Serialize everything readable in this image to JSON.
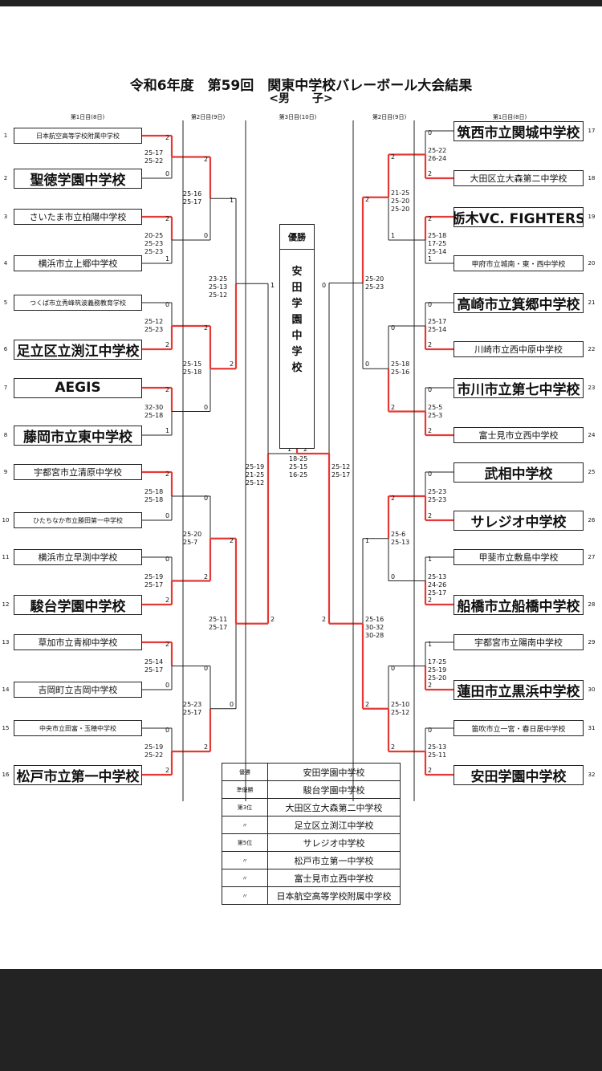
{
  "title": "令和6年度　第59回　関東中学校バレーボール大会結果",
  "subtitle": "<男　　子>",
  "day_headers": {
    "d1_left": "第1日目(8日)",
    "d2_left": "第2日目(9日)",
    "d3": "第3日目(10日)",
    "d2_right": "第2日目(9日)",
    "d1_right": "第1日目(8日)"
  },
  "left_teams": [
    {
      "num": "1",
      "name": "日本航空高等学校附属中学校"
    },
    {
      "num": "2",
      "name": "聖徳学園中学校"
    },
    {
      "num": "3",
      "name": "さいたま市立柏陽中学校"
    },
    {
      "num": "4",
      "name": "横浜市立上郷中学校"
    },
    {
      "num": "5",
      "name": "つくば市立秀峰筑波義務教育学校"
    },
    {
      "num": "6",
      "name": "足立区立渕江中学校"
    },
    {
      "num": "7",
      "name": "AEGIS"
    },
    {
      "num": "8",
      "name": "藤岡市立東中学校"
    },
    {
      "num": "9",
      "name": "宇都宮市立清原中学校"
    },
    {
      "num": "10",
      "name": "ひたちなか市立勝田第一中学校"
    },
    {
      "num": "11",
      "name": "横浜市立早渕中学校"
    },
    {
      "num": "12",
      "name": "駿台学園中学校"
    },
    {
      "num": "13",
      "name": "草加市立青柳中学校"
    },
    {
      "num": "14",
      "name": "吉岡町立吉岡中学校"
    },
    {
      "num": "15",
      "name": "中央市立田富・玉穂中学校"
    },
    {
      "num": "16",
      "name": "松戸市立第一中学校"
    }
  ],
  "right_teams": [
    {
      "num": "17",
      "name": "筑西市立関城中学校"
    },
    {
      "num": "18",
      "name": "大田区立大森第二中学校"
    },
    {
      "num": "19",
      "name": "栃木VC. FIGHTERS"
    },
    {
      "num": "20",
      "name": "甲府市立城南・東・西中学校"
    },
    {
      "num": "21",
      "name": "高崎市立箕郷中学校"
    },
    {
      "num": "22",
      "name": "川崎市立西中原中学校"
    },
    {
      "num": "23",
      "name": "市川市立第七中学校"
    },
    {
      "num": "24",
      "name": "富士見市立西中学校"
    },
    {
      "num": "25",
      "name": "武相中学校"
    },
    {
      "num": "26",
      "name": "サレジオ中学校"
    },
    {
      "num": "27",
      "name": "甲斐市立敷島中学校"
    },
    {
      "num": "28",
      "name": "船橋市立船橋中学校"
    },
    {
      "num": "29",
      "name": "宇都宮市立陽南中学校"
    },
    {
      "num": "30",
      "name": "蓮田市立黒浜中学校"
    },
    {
      "num": "31",
      "name": "笛吹市立一宮・春日居中学校"
    },
    {
      "num": "32",
      "name": "安田学園中学校"
    }
  ],
  "left_r1": [
    {
      "a": "2",
      "b": "0",
      "scores": "25-17\n25-22"
    },
    {
      "a": "2",
      "b": "1",
      "scores": "20-25\n25-23\n25-23"
    },
    {
      "a": "0",
      "b": "2",
      "scores": "25-12\n25-23"
    },
    {
      "a": "2",
      "b": "1",
      "scores": "32-30\n25-18"
    },
    {
      "a": "2",
      "b": "0",
      "scores": "25-18\n25-18"
    },
    {
      "a": "0",
      "b": "2",
      "scores": "25-19\n25-17"
    },
    {
      "a": "2",
      "b": "0",
      "scores": "25-14\n25-17"
    },
    {
      "a": "0",
      "b": "2",
      "scores": "25-19\n25-22"
    }
  ],
  "left_r2": [
    {
      "a": "2",
      "b": "0",
      "scores": "25-16\n25-17"
    },
    {
      "a": "2",
      "b": "0",
      "scores": "25-15\n25-18"
    },
    {
      "a": "0",
      "b": "2",
      "scores": "25-20\n25-7"
    },
    {
      "a": "0",
      "b": "2",
      "scores": "25-23\n25-17"
    }
  ],
  "left_r3": [
    {
      "a": "1",
      "b": "2",
      "scores": "23-25\n25-13\n25-12"
    },
    {
      "a": "2",
      "b": "0",
      "scores": "25-11\n25-17"
    }
  ],
  "left_sf": {
    "a": "1",
    "b": "2",
    "scores": "25-19\n21-25\n25-12"
  },
  "right_r1": [
    {
      "a": "0",
      "b": "2",
      "scores": "25-22\n26-24"
    },
    {
      "a": "2",
      "b": "1",
      "scores": "25-18\n17-25\n25-14"
    },
    {
      "a": "0",
      "b": "2",
      "scores": "25-17\n25-14"
    },
    {
      "a": "0",
      "b": "2",
      "scores": "25-5\n25-3"
    },
    {
      "a": "0",
      "b": "2",
      "scores": "25-23\n25-23"
    },
    {
      "a": "1",
      "b": "2",
      "scores": "25-13\n24-26\n25-17"
    },
    {
      "a": "1",
      "b": "2",
      "scores": "17-25\n25-19\n25-20"
    },
    {
      "a": "0",
      "b": "2",
      "scores": "25-13\n25-11"
    }
  ],
  "right_r2": [
    {
      "a": "2",
      "b": "1",
      "scores": "21-25\n25-20\n25-20"
    },
    {
      "a": "0",
      "b": "2",
      "scores": "25-18\n25-16"
    },
    {
      "a": "2",
      "b": "0",
      "scores": "25-6\n25-13"
    },
    {
      "a": "0",
      "b": "2",
      "scores": "25-10\n25-12"
    }
  ],
  "right_r3": [
    {
      "a": "2",
      "b": "0",
      "scores": "25-20\n25-23"
    },
    {
      "a": "1",
      "b": "2",
      "scores": "25-16\n30-32\n30-28"
    }
  ],
  "right_sf": {
    "a": "0",
    "b": "2",
    "scores": "25-12\n25-17"
  },
  "final": {
    "left": "1",
    "right": "2",
    "scores": "18-25\n25-15\n16-25"
  },
  "champion": {
    "label": "優勝",
    "name": "安田学園中学校"
  },
  "results": [
    {
      "rank": "優勝",
      "school": "安田学園中学校"
    },
    {
      "rank": "準優勝",
      "school": "駿台学園中学校"
    },
    {
      "rank": "第3位",
      "school": "大田区立大森第二中学校"
    },
    {
      "rank": "〃",
      "school": "足立区立渕江中学校"
    },
    {
      "rank": "第5位",
      "school": "サレジオ中学校"
    },
    {
      "rank": "〃",
      "school": "松戸市立第一中学校"
    },
    {
      "rank": "〃",
      "school": "富士見市立西中学校"
    },
    {
      "rank": "〃",
      "school": "日本航空高等学校附属中学校"
    }
  ],
  "colors": {
    "winner_line": "#e53935",
    "loser_line": "#222222",
    "page": "#ffffff",
    "frame": "#2a2a2a"
  },
  "display_size": {
    "team_names": [
      9,
      16,
      11,
      12,
      8,
      12,
      16,
      12,
      11,
      8,
      12,
      16,
      12,
      12,
      9,
      12
    ],
    "right_team_names": [
      12,
      10,
      13,
      8,
      12,
      11,
      12,
      11,
      16,
      16,
      12,
      11,
      10,
      12,
      9,
      16
    ]
  }
}
